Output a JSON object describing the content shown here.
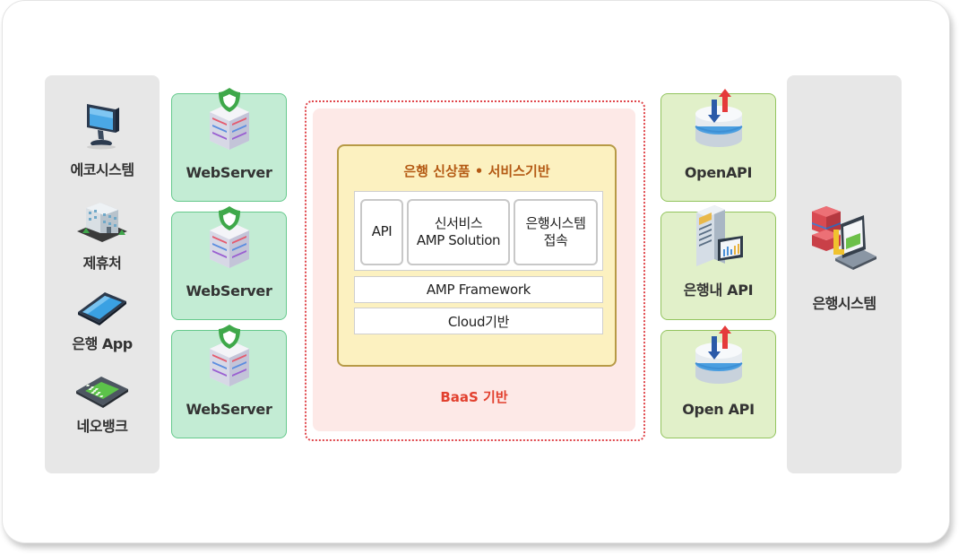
{
  "channels": [
    {
      "label": "에코시스템",
      "icon": "monitor-icon"
    },
    {
      "label": "제휴처",
      "icon": "building-icon"
    },
    {
      "label": "은행 App",
      "icon": "tablet-icon"
    },
    {
      "label": "네오뱅크",
      "icon": "payment-terminal-icon"
    }
  ],
  "web_servers": [
    "WebServer",
    "WebServer",
    "WebServer"
  ],
  "baas": {
    "label": "BaaS 기반",
    "core_title": "은행 신상품 • 서비스기반",
    "modules": [
      {
        "line1": "API",
        "line2": ""
      },
      {
        "line1": "신서비스",
        "line2": "AMP Solution"
      },
      {
        "line1": "은행시스템",
        "line2": "접속"
      }
    ],
    "framework": "AMP Framework",
    "cloud": "Cloud기반"
  },
  "apis": [
    "OpenAPI",
    "은행내 API",
    "Open API"
  ],
  "bank_system": "은행시스템",
  "colors": {
    "webserver_fill": "#c3ecd4",
    "api_fill": "#e1f0c9",
    "baas_border": "#e0474c",
    "core_fill": "#fcf1c0",
    "accent_text": "#e2402e"
  }
}
